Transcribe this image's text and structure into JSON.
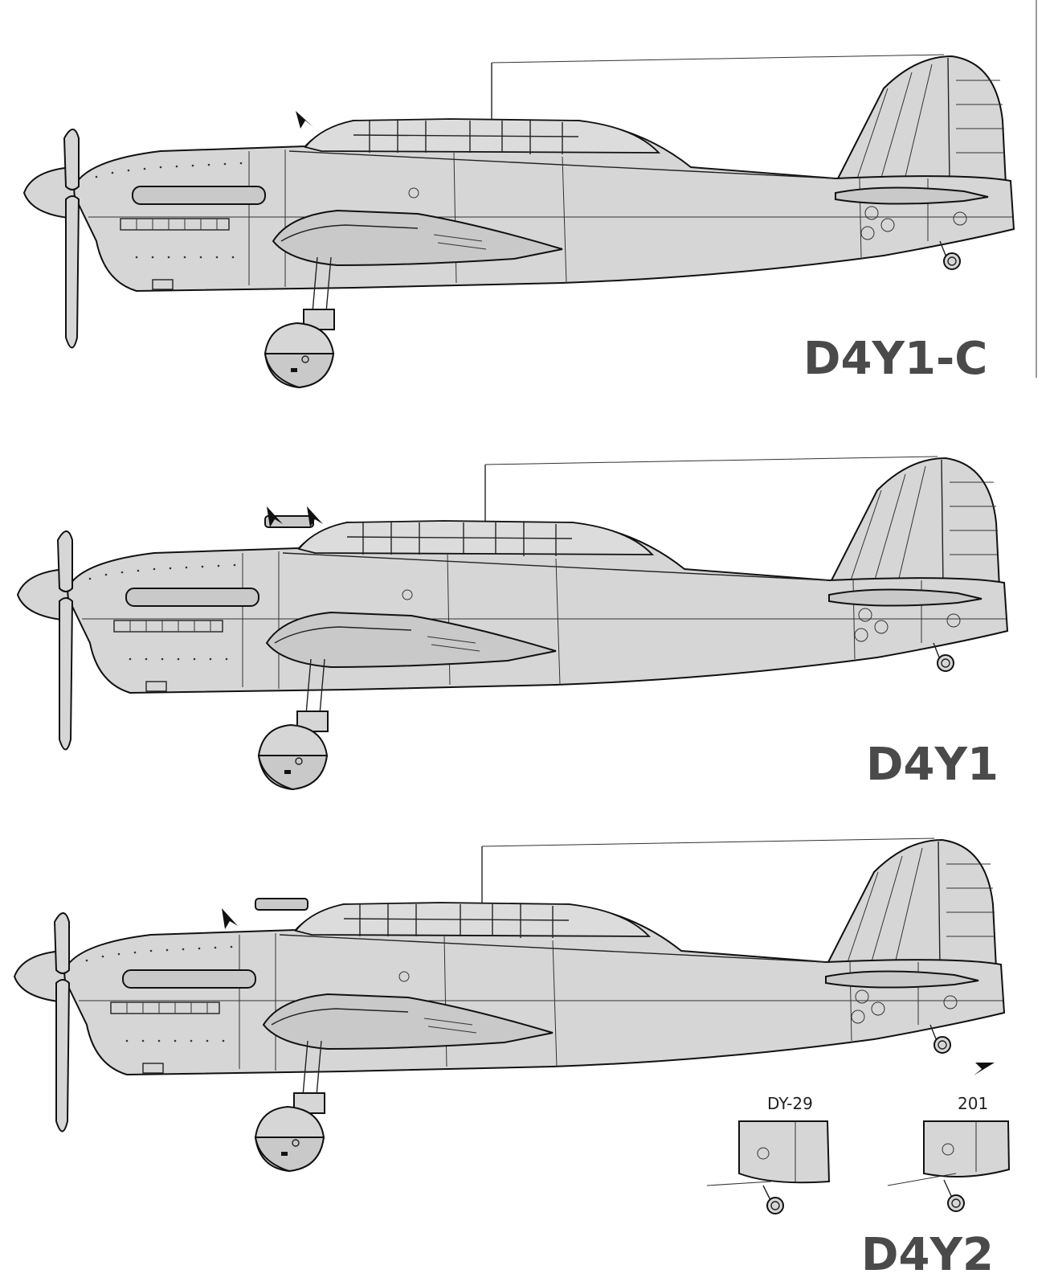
{
  "drawings": [
    {
      "id": "d4y1c",
      "designation": "D4Y1-C"
    },
    {
      "id": "d4y1",
      "designation": "D4Y1"
    },
    {
      "id": "d4y2",
      "designation": "D4Y2",
      "tail_variants": [
        "DY-29",
        "201"
      ]
    }
  ]
}
